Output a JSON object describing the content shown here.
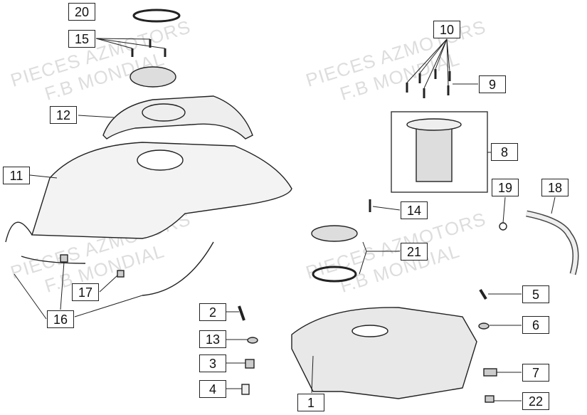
{
  "watermark": {
    "line1": "PIECES AZMOTORS",
    "line2": "F.B MONDIAL"
  },
  "labels": {
    "l1": "1",
    "l2": "2",
    "l3": "3",
    "l4": "4",
    "l5": "5",
    "l6": "6",
    "l7": "7",
    "l8": "8",
    "l9": "9",
    "l10": "10",
    "l11": "11",
    "l12": "12",
    "l13": "13",
    "l14": "14",
    "l15": "15",
    "l16": "16",
    "l17": "17",
    "l18": "18",
    "l19": "19",
    "l20": "20",
    "l21": "21",
    "l22": "22"
  }
}
